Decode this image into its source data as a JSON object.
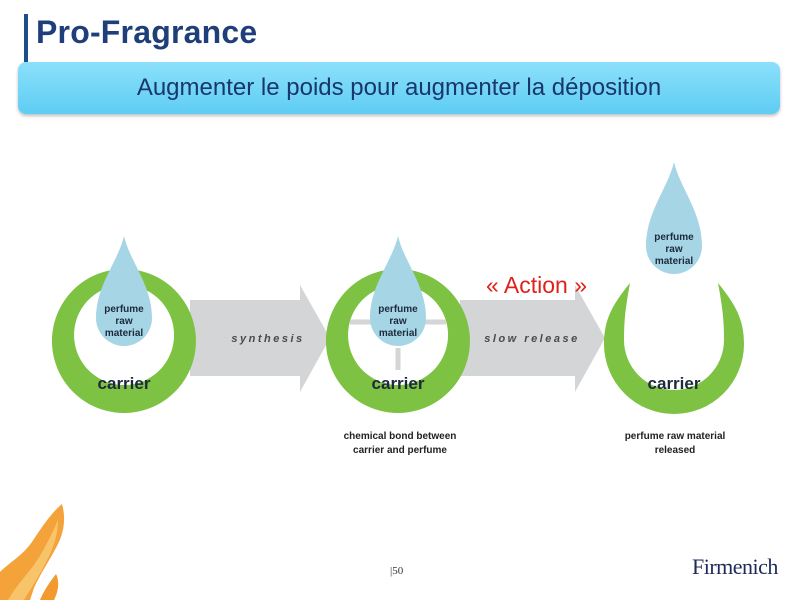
{
  "slide": {
    "title": "Pro-Fragrance",
    "subtitle": "Augmenter le poids pour augmenter la déposition",
    "action_label": "« Action »",
    "page_number": "|50",
    "logo_text": "Firmenich"
  },
  "diagram": {
    "stages": [
      {
        "carrier_label": "carrier",
        "drop_label_lines": [
          "perfume",
          "raw",
          "material"
        ],
        "caption": ""
      },
      {
        "carrier_label": "carrier",
        "drop_label_lines": [
          "perfume",
          "raw",
          "material"
        ],
        "caption": "chemical bond between\ncarrier and perfume"
      },
      {
        "carrier_label": "carrier",
        "drop_label_lines": [
          "perfume",
          "raw",
          "material"
        ],
        "caption": "perfume raw material\nreleased"
      }
    ],
    "arrows": [
      {
        "label": "synthesis"
      },
      {
        "label": "slow release"
      }
    ]
  },
  "colors": {
    "carrier_green": "#7dc242",
    "drop_blue": "#a6d5e6",
    "arrow_gray": "#d3d5d6",
    "title_blue": "#1f3f7a",
    "band_blue": "#6fd4f7",
    "action_red": "#e0211b"
  }
}
